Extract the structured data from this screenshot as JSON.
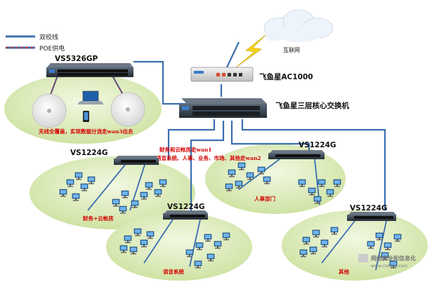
{
  "legend": [
    {
      "label": "双绞线",
      "color": "#3a6fb0"
    },
    {
      "label": "POE供电",
      "color": "#d02020"
    }
  ],
  "nodes": {
    "internet": "互联网",
    "router": "飞鱼星AC1000",
    "core_switch": "飞鱼星三层核心交换机",
    "poe_switch": "VS5326GP",
    "sw_finance": "VS1224G",
    "sw_voice": "VS1224G",
    "sw_hr": "VS1224G",
    "sw_other": "VS1224G"
  },
  "annotations": {
    "wireless": "无线全覆盖，实现数据分流走wan3出去",
    "routing_line1": "财务和云帐房走wan1",
    "routing_line2": "语音系统、人事、业务、市场、其他走wan2"
  },
  "zones": {
    "finance": "财务+云帐房",
    "voice": "语音系统",
    "hr": "人事部门",
    "other": "其他"
  },
  "watermark": {
    "title": "网络安全和信息化",
    "sub": "www.cnitsec.com"
  },
  "colors": {
    "cable": "#3a6fb0",
    "poe": "#d02020",
    "zone_fill": "#dcebb8",
    "switch_body": "#2f3a46"
  }
}
